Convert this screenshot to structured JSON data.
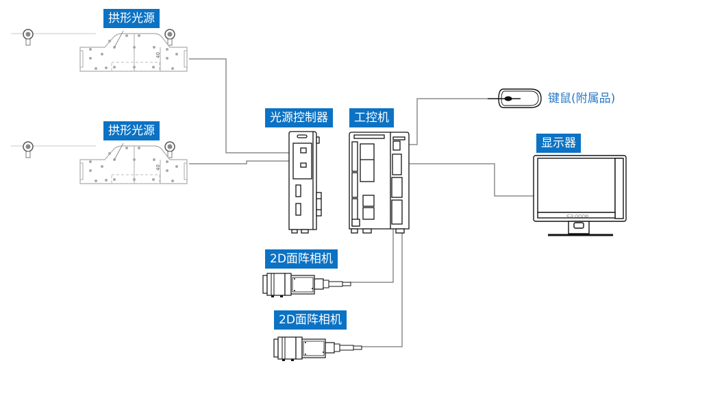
{
  "title": "视觉系统硬件连接示意图",
  "colors": {
    "label_bg": "#0b72c4",
    "label_text": "#ffffff",
    "accessory_text": "#2a78c4",
    "cable": "#8c8c8c",
    "device_outline": "#1a1a1a",
    "device_detail": "#999999"
  },
  "labels": {
    "arch_light_1": "拱形光源",
    "arch_light_2": "拱形光源",
    "light_controller": "光源控制器",
    "ipc": "工控机",
    "monitor": "显示器",
    "camera_1": "2D面阵相机",
    "camera_2": "2D面阵相机",
    "mouse": "键鼠(附属品)"
  },
  "devices": [
    {
      "id": "arch-light-1",
      "icon": "arch-light-icon"
    },
    {
      "id": "arch-light-2",
      "icon": "arch-light-icon"
    },
    {
      "id": "light-controller",
      "icon": "controller-icon"
    },
    {
      "id": "ipc",
      "icon": "industrial-pc-icon"
    },
    {
      "id": "mouse",
      "icon": "mouse-icon"
    },
    {
      "id": "monitor",
      "icon": "monitor-icon"
    },
    {
      "id": "camera-1",
      "icon": "camera-icon"
    },
    {
      "id": "camera-2",
      "icon": "camera-icon"
    }
  ],
  "connections": [
    {
      "from": "arch-light-1",
      "to": "light-controller"
    },
    {
      "from": "arch-light-2",
      "to": "light-controller"
    },
    {
      "from": "ipc",
      "to": "mouse"
    },
    {
      "from": "ipc",
      "to": "monitor"
    },
    {
      "from": "ipc",
      "to": "camera-1"
    },
    {
      "from": "ipc",
      "to": "camera-2"
    }
  ],
  "dimension_annotation": "40"
}
